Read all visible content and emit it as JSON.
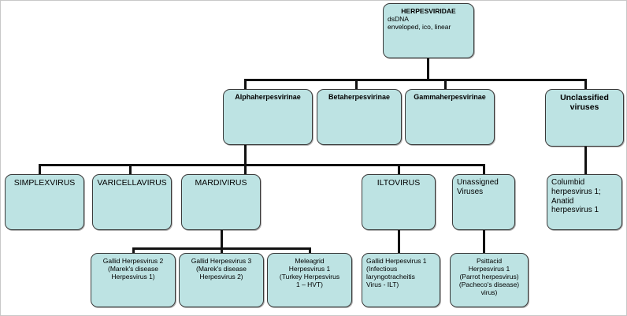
{
  "diagram": {
    "title": "Herpesviridae taxonomy tree",
    "palette": {
      "node_fill": "#bde3e3",
      "node_border": "#3a3a3a",
      "connector": "#111111",
      "background": "#ffffff",
      "text": "#000000"
    },
    "levels": [
      "family",
      "subfamily",
      "genus",
      "species"
    ]
  },
  "nodes": {
    "family": {
      "herpesviridae": {
        "name_line": "HERPESVIRIDAE",
        "detail_line_1": "dsDNA",
        "detail_line_2": "enveloped, ico, linear",
        "text": "HERPESVIRIDAE\ndsDNA\nenveloped, ico, linear"
      }
    },
    "subfamily": {
      "alpha": {
        "text": "Alphaherpesvirinae"
      },
      "beta": {
        "text": "Betaherpesvirinae"
      },
      "gamma": {
        "text": "Gammaherpesvirinae"
      },
      "unclassified": {
        "text": "Unclassified\nviruses"
      }
    },
    "genus": {
      "simplexvirus": {
        "text": "SIMPLEXVIRUS"
      },
      "varicellavirus": {
        "text": "VARICELLAVIRUS"
      },
      "mardivirus": {
        "text": "MARDIVIRUS"
      },
      "iltovirus": {
        "text": "ILTOVIRUS"
      },
      "unassigned": {
        "text": "Unassigned\nViruses"
      },
      "columbid": {
        "text": "Columbid\nherpesvirus 1;\nAnatid\nherpesvirus 1"
      }
    },
    "species": {
      "gallid2": {
        "text": "Gallid Herpesvirus 2\n(Marek's disease\nHerpesvirus 1)"
      },
      "gallid3": {
        "text": "Gallid Herpesvirus 3\n(Marek's disease\nHerpesvirus 2)"
      },
      "meleagrid1": {
        "text": "Meleagrid\nHerpesvirus 1\n(Turkey Herpesvirus\n1 – HVT)"
      },
      "gallid1": {
        "text": "Gallid Herpesvirus 1\n(Infectious\nlaryngotracheitis\nVirus - ILT)"
      },
      "psittacid1": {
        "text": "Psittacid\nHerpesvirus 1\n(Parrot herpesvirus)\n(Pacheco's disease)\nvirus)"
      }
    }
  }
}
